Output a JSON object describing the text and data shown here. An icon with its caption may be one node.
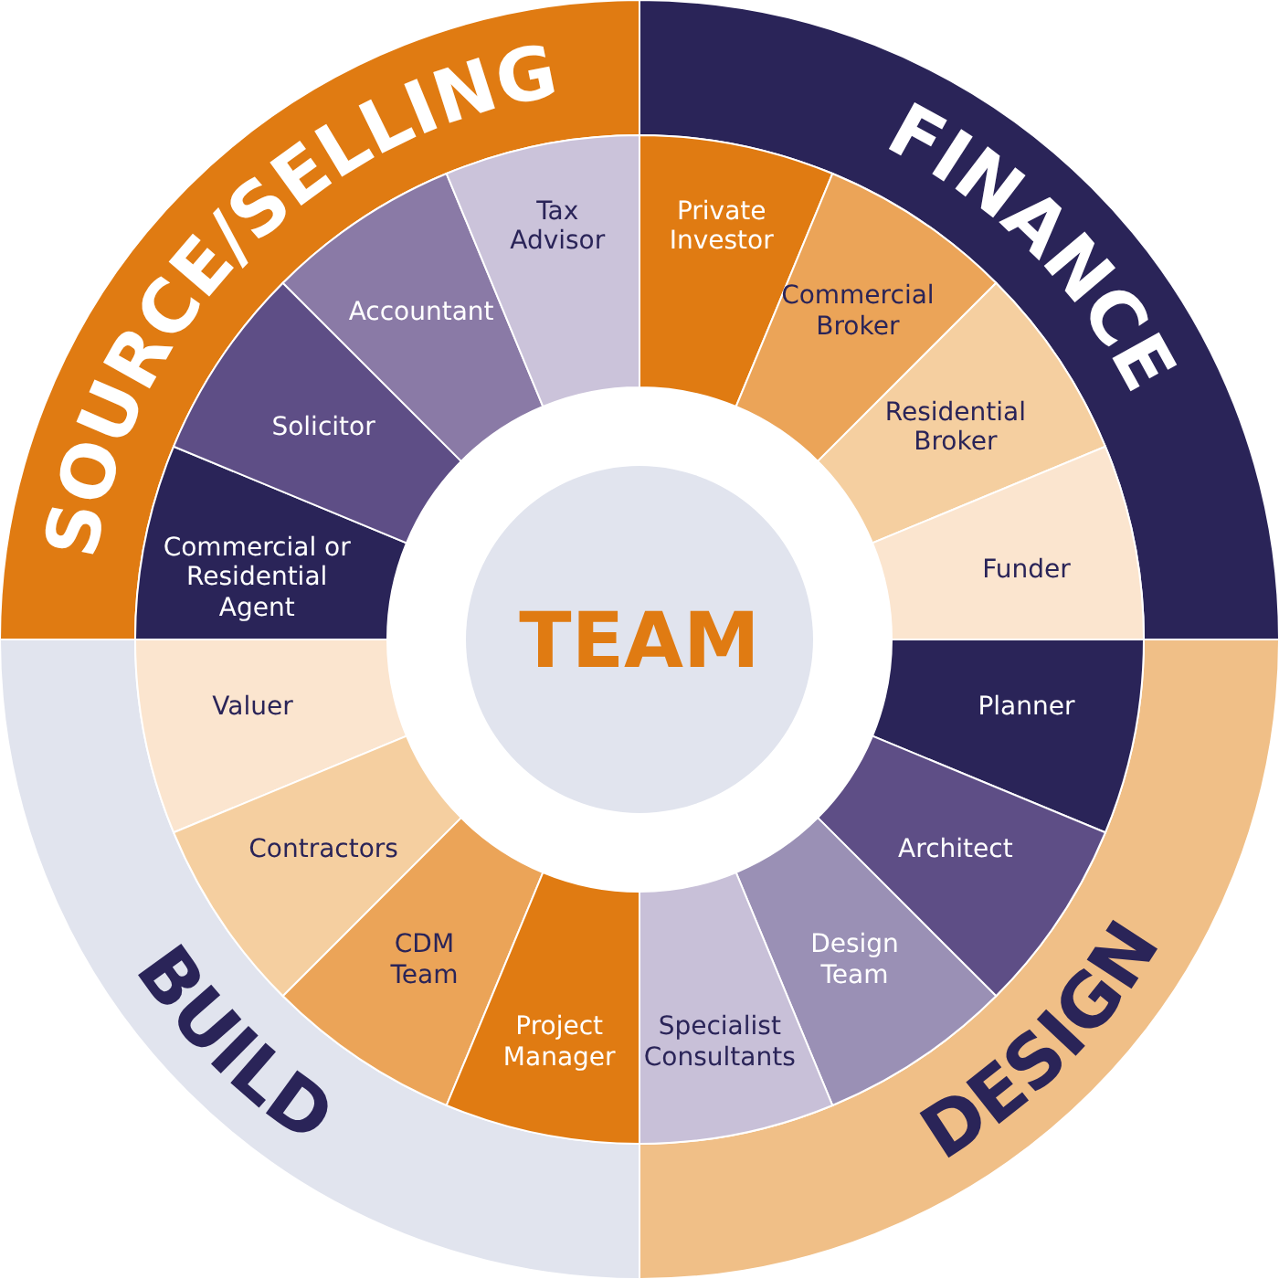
{
  "diagram": {
    "nodes": [
      {
        "text": [
          "SOURCE/SELLING"
        ]
      },
      {
        "text": [
          "Commercial or Residential Agent"
        ]
      },
      {
        "text": [
          "Solicitor"
        ]
      },
      {
        "text": [
          "Accountant"
        ]
      },
      {
        "text": [
          "Tax Advisor"
        ]
      },
      {
        "text": [
          "FINANCE"
        ]
      },
      {
        "text": [
          "Private Investor"
        ]
      },
      {
        "text": [
          "Commercial Broker"
        ]
      },
      {
        "text": [
          "Residential Broker"
        ]
      },
      {
        "text": [
          "Funder"
        ]
      },
      {
        "text": [
          "TEAM"
        ]
      },
      {
        "text": [
          "BUILD"
        ]
      },
      {
        "text": [
          "Valuer"
        ]
      },
      {
        "text": [
          "Contractors"
        ]
      },
      {
        "text": [
          "CDM Team"
        ]
      },
      {
        "text": [
          "Project Manager"
        ]
      },
      {
        "text": [
          "DESIGN"
        ]
      },
      {
        "text": [
          "Planner"
        ]
      },
      {
        "text": [
          "Architect"
        ]
      },
      {
        "text": [
          "Design Team"
        ]
      },
      {
        "text": [
          "Specialist Consultants"
        ]
      }
    ]
  }
}
